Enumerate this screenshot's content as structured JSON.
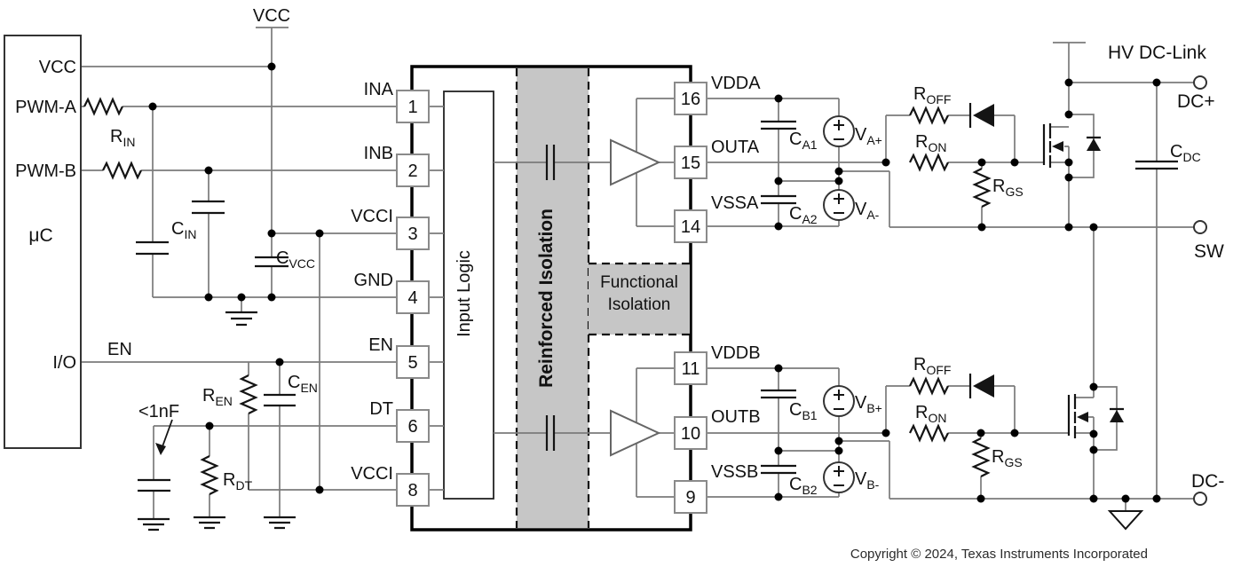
{
  "mcu": {
    "label": "μC",
    "pin_vcc": "VCC",
    "pin_pwma": "PWM-A",
    "pin_pwmb": "PWM-B",
    "pin_io": "I/O"
  },
  "nets": {
    "vcc_rail": "VCC",
    "en": "EN",
    "dt_cap_note": "<1nF"
  },
  "parts": {
    "rin": {
      "m": "R",
      "s": "IN"
    },
    "cin": {
      "m": "C",
      "s": "IN"
    },
    "cvcc": {
      "m": "C",
      "s": "VCC"
    },
    "ren": {
      "m": "R",
      "s": "EN"
    },
    "cen": {
      "m": "C",
      "s": "EN"
    },
    "rdt": {
      "m": "R",
      "s": "DT"
    },
    "ca1": {
      "m": "C",
      "s": "A1"
    },
    "ca2": {
      "m": "C",
      "s": "A2"
    },
    "va_p": {
      "m": "V",
      "s": "A+"
    },
    "va_n": {
      "m": "V",
      "s": "A-"
    },
    "cb1": {
      "m": "C",
      "s": "B1"
    },
    "cb2": {
      "m": "C",
      "s": "B2"
    },
    "vb_p": {
      "m": "V",
      "s": "B+"
    },
    "vb_n": {
      "m": "V",
      "s": "B-"
    },
    "roff": {
      "m": "R",
      "s": "OFF"
    },
    "ron": {
      "m": "R",
      "s": "ON"
    },
    "rgs": {
      "m": "R",
      "s": "GS"
    },
    "cdc": {
      "m": "C",
      "s": "DC"
    }
  },
  "ic": {
    "input_logic": "Input Logic",
    "reinforced": "Reinforced Isolation",
    "functional_line1": "Functional",
    "functional_line2": "Isolation",
    "left_pins": [
      {
        "label": "INA",
        "num": "1"
      },
      {
        "label": "INB",
        "num": "2"
      },
      {
        "label": "VCCI",
        "num": "3"
      },
      {
        "label": "GND",
        "num": "4"
      },
      {
        "label": "EN",
        "num": "5"
      },
      {
        "label": "DT",
        "num": "6"
      },
      {
        "label": "VCCI",
        "num": "8"
      }
    ],
    "right_pins": [
      {
        "label": "VDDA",
        "num": "16"
      },
      {
        "label": "OUTA",
        "num": "15"
      },
      {
        "label": "VSSA",
        "num": "14"
      },
      {
        "label": "VDDB",
        "num": "11"
      },
      {
        "label": "OUTB",
        "num": "10"
      },
      {
        "label": "VSSB",
        "num": "9"
      }
    ]
  },
  "power": {
    "hv_dc_link": "HV DC-Link",
    "dc_plus": "DC+",
    "sw": "SW",
    "dc_minus": "DC-"
  },
  "footer": {
    "copyright": "Copyright © 2024, Texas Instruments Incorporated"
  },
  "colors": {
    "wire": "#7b7b7b",
    "component": "#141414",
    "isolation_fill": "#c6c6c6"
  }
}
